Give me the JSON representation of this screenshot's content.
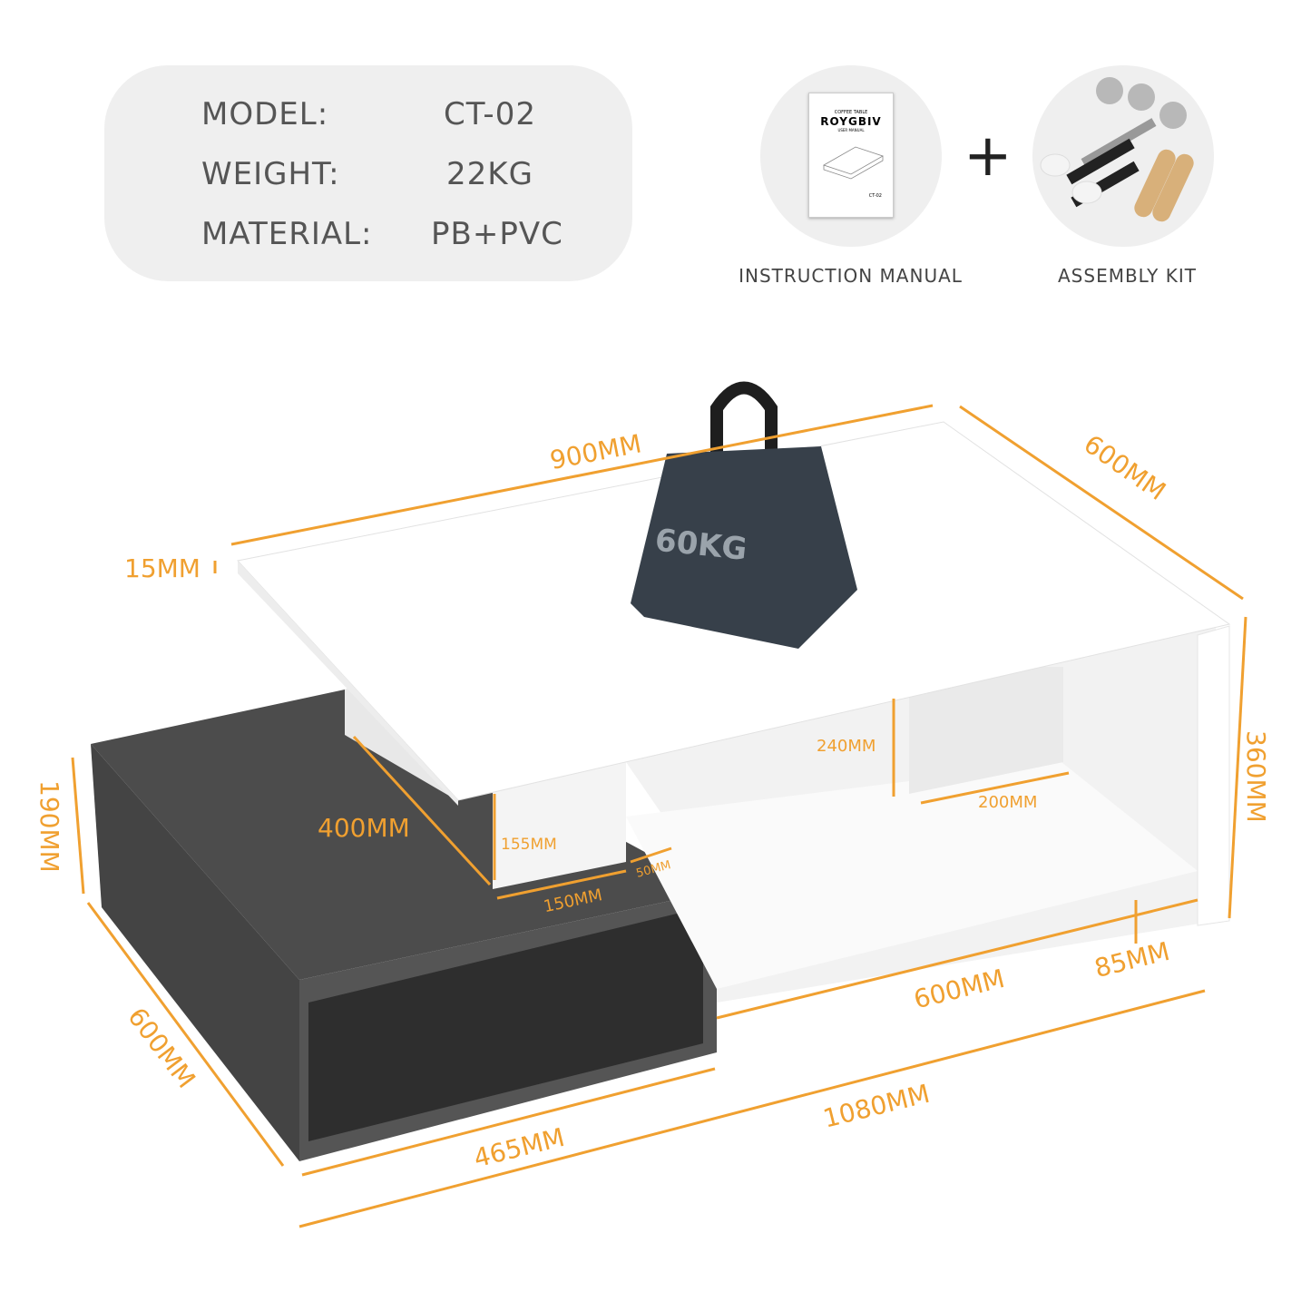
{
  "specs": [
    {
      "label": "MODEL:",
      "value": "CT-02"
    },
    {
      "label": "WEIGHT:",
      "value": "22KG"
    },
    {
      "label": "MATERIAL:",
      "value": "PB+PVC"
    }
  ],
  "accessories": {
    "manual_caption": "INSTRUCTION MANUAL",
    "kit_caption": "ASSEMBLY KIT",
    "plus": "+",
    "manual": {
      "subtitle": "COFFEE TABLE",
      "brand": "ROYGBIV",
      "doc": "USER MANUAL",
      "model": "CT-02"
    }
  },
  "weight_label": "60KG",
  "dimensions": {
    "top_length": "900MM",
    "top_depth": "600MM",
    "top_thickness": "15MM",
    "total_height": "360MM",
    "left_height": "190MM",
    "left_depth": "600MM",
    "left_width": "465MM",
    "total_length": "1080MM",
    "cabinet_length": "600MM",
    "foot": "85MM",
    "inner_depth": "400MM",
    "post_height": "155MM",
    "post_width": "150MM",
    "post_offset": "50MM",
    "shelf_height": "240MM",
    "divider": "200MM"
  },
  "colors": {
    "accent": "#f0a030",
    "dark": "#3c3c3c",
    "panel": "#efefef"
  }
}
